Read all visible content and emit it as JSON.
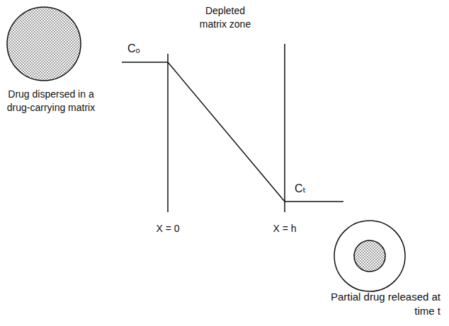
{
  "diagram": {
    "labels": [
      "Depleted matrix zone",
      "Cₒ",
      "X = 0",
      "X = h",
      "Cₜ",
      "Drug dispersed in a drug-carrying matrix",
      "Partial drug released at time t"
    ]
  }
}
